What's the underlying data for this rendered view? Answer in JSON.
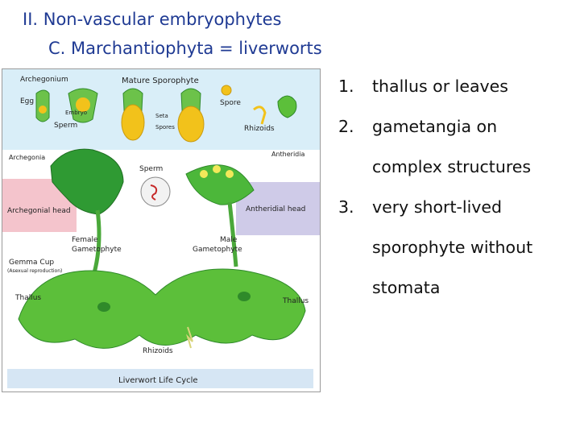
{
  "slide": {
    "title_line1": "II. Non-vascular embryophytes",
    "title_line2": "C. Marchantiophyta  =  liverworts"
  },
  "points": [
    {
      "number": "1.",
      "lines": [
        "thallus or leaves"
      ]
    },
    {
      "number": "2.",
      "lines": [
        "gametangia on",
        "complex structures"
      ]
    },
    {
      "number": "3.",
      "lines": [
        "very short-lived",
        "sporophyte without",
        "stomata"
      ]
    }
  ],
  "figure": {
    "labels": {
      "archegonium": "Archegonium",
      "mature_sporophyte": "Mature Sporophyte",
      "egg": "Egg",
      "embryo": "Embryo",
      "seta": "Seta",
      "spore": "Spore",
      "sperm_top": "Sperm",
      "spores": "Spores",
      "rhizoids_top": "Rhizoids",
      "archegonia": "Archegonia",
      "antheridia": "Antheridia",
      "sperm_mid": "Sperm",
      "archegonial_head": "Archegonial head",
      "antheridial_head": "Antheridial head",
      "female_gametophyte_1": "Female",
      "female_gametophyte_2": "Gametophyte",
      "male_gametophyte_1": "Male",
      "male_gametophyte_2": "Gametophyte",
      "gemma_cup": "Gemma Cup",
      "asexual": "(Asexual reproduction)",
      "thallus_left": "Thallus",
      "thallus_right": "Thallus",
      "rhizoids_bottom": "Rhizoids",
      "caption": "Liverwort Life Cycle"
    },
    "colors": {
      "top_band": "#d9eef8",
      "archegonial_box": "#f4c4cc",
      "antheridial_box": "#cfcbe8",
      "caption_band": "#d6e6f4",
      "thallus_green": "#5cbf3a",
      "dark_green": "#2f8a2a",
      "spore_yellow": "#f2c21b"
    }
  }
}
